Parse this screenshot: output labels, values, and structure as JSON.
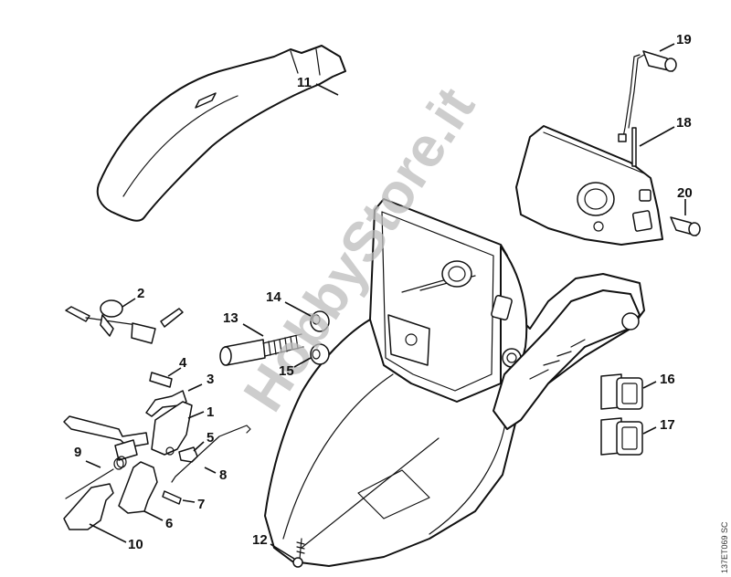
{
  "diagram": {
    "title": "Exploded parts diagram — chainsaw rear handle / housing",
    "watermark": "HobbyStore.it",
    "drawing_code": "137ET069 SC",
    "colors": {
      "line": "#111111",
      "background": "#ffffff",
      "watermark": "#bdbdbd"
    },
    "callouts": [
      {
        "number": "1",
        "part": "throttle-trigger"
      },
      {
        "number": "2",
        "part": "choke-shaft"
      },
      {
        "number": "3",
        "part": "lever"
      },
      {
        "number": "4",
        "part": "pin"
      },
      {
        "number": "5",
        "part": "catch"
      },
      {
        "number": "6",
        "part": "trigger-interlock"
      },
      {
        "number": "7",
        "part": "roll-pin"
      },
      {
        "number": "8",
        "part": "throttle-rod"
      },
      {
        "number": "9",
        "part": "torsion-spring"
      },
      {
        "number": "10",
        "part": "interlock-lever"
      },
      {
        "number": "11",
        "part": "handlebar"
      },
      {
        "number": "12",
        "part": "screw"
      },
      {
        "number": "13",
        "part": "spring-buffer"
      },
      {
        "number": "14",
        "part": "annular-buffer-upper"
      },
      {
        "number": "15",
        "part": "annular-buffer-lower"
      },
      {
        "number": "16",
        "part": "rubber-grommet-a"
      },
      {
        "number": "17",
        "part": "rubber-grommet-b"
      },
      {
        "number": "18",
        "part": "spacer-rod"
      },
      {
        "number": "19",
        "part": "short-circuit-wire"
      },
      {
        "number": "20",
        "part": "contact-sleeve"
      }
    ]
  }
}
